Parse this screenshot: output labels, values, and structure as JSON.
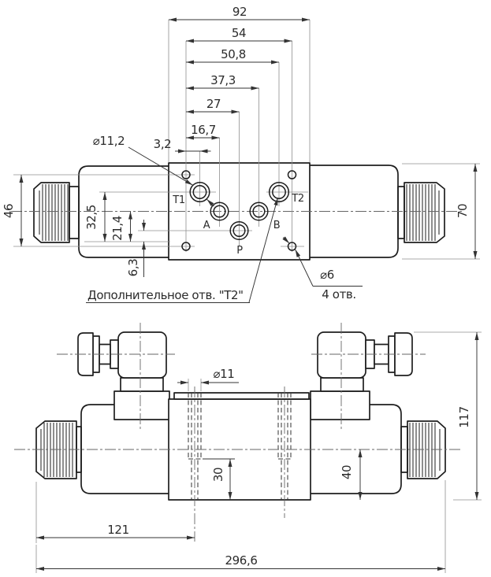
{
  "top_view": {
    "dims": {
      "d92": "92",
      "d54": "54",
      "d50_8": "50,8",
      "d37_3": "37,3",
      "d27": "27",
      "d16_7": "16,7",
      "d3_2": "3,2",
      "d46": "46",
      "d70": "70",
      "d32_5": "32,5",
      "d21_4": "21,4",
      "d6_3": "6,3"
    },
    "ports": {
      "t1": "T1",
      "a": "A",
      "p": "P",
      "b": "B",
      "t2": "T2"
    },
    "callouts": {
      "dia11_2": "⌀11,2",
      "dia6": "⌀6",
      "dia6_qty": "4 отв.",
      "t2_note": "Дополнительное отв. \"T2\""
    }
  },
  "side_view": {
    "dims": {
      "dia11": "⌀11",
      "d30": "30",
      "d40": "40",
      "d117": "117",
      "d121": "121",
      "d296_6": "296,6"
    }
  },
  "colors": {
    "line": "#1e1e1e",
    "dim_line": "#333333",
    "construction": "#8f8f8f",
    "background": "#ffffff"
  }
}
